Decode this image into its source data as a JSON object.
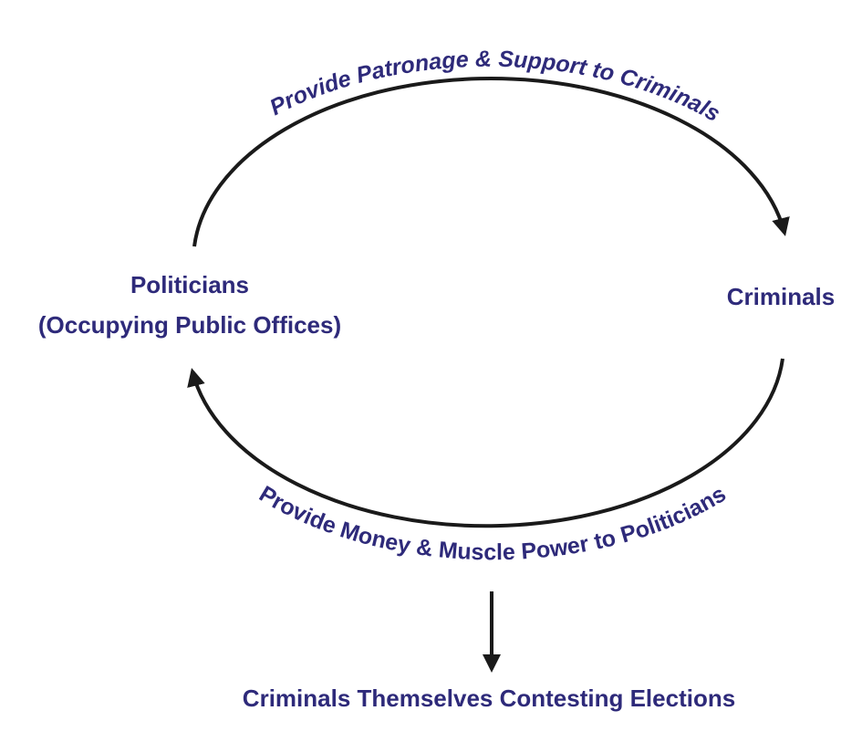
{
  "colors": {
    "text": "#2e2a7a",
    "arrow": "#1a1a1a",
    "background": "#ffffff"
  },
  "nodes": {
    "politicians": {
      "line1": "Politicians",
      "line2": "(Occupying Public Offices)"
    },
    "criminals": {
      "label": "Criminals"
    },
    "outcome": {
      "label": "Criminals Themselves Contesting Elections"
    }
  },
  "edges": {
    "top": {
      "label": "Provide Patronage & Support to Criminals"
    },
    "bottom": {
      "label": "Provide Money & Muscle Power to Politicians"
    }
  }
}
